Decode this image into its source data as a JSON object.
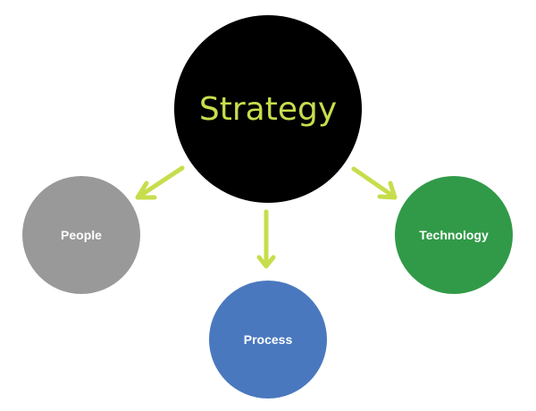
{
  "diagram": {
    "center": {
      "label": "Strategy",
      "fill": "#000000",
      "text_color": "#c8dd4c"
    },
    "nodes": [
      {
        "id": "people",
        "label": "People",
        "fill": "#999999"
      },
      {
        "id": "process",
        "label": "Process",
        "fill": "#4a78be"
      },
      {
        "id": "technology",
        "label": "Technology",
        "fill": "#319a48"
      }
    ],
    "arrow_color": "#c8dd4c"
  }
}
